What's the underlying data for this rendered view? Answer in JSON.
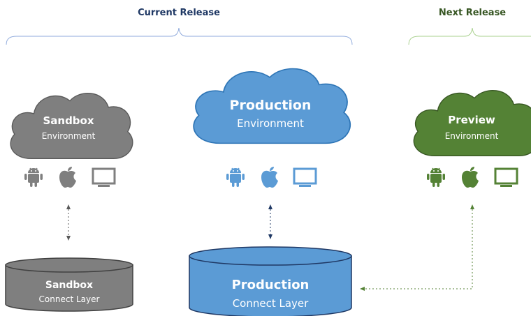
{
  "headers": {
    "current_release": "Current Release",
    "next_release": "Next Release"
  },
  "clouds": {
    "sandbox": {
      "title": "Sandbox",
      "subtitle": "Environment"
    },
    "production": {
      "title": "Production",
      "subtitle": "Environment"
    },
    "preview": {
      "title": "Preview",
      "subtitle": "Environment"
    }
  },
  "layers": {
    "sandbox": {
      "title": "Sandbox",
      "subtitle": "Connect Layer"
    },
    "production": {
      "title": "Production",
      "subtitle": "Connect Layer"
    }
  },
  "platform_icons": [
    "android-icon",
    "apple-icon",
    "monitor-icon"
  ],
  "colors": {
    "header_blue": "#1f3864",
    "header_green": "#375623",
    "sandbox_gray": "#7f7f7f",
    "production_blue": "#5b9bd5",
    "preview_green": "#548235",
    "arrow_dark": "#1f3864"
  }
}
